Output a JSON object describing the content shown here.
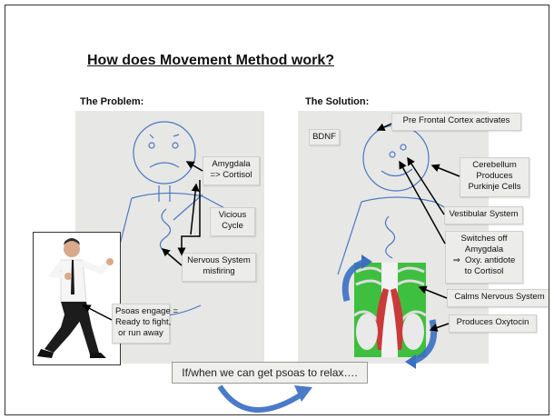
{
  "title": "How does Movement Method work?",
  "problem": {
    "heading": "The Problem:",
    "labels": {
      "amygdala": "Amygdala\n=> Cortisol",
      "vicious": "Vicious\nCycle",
      "nervous": "Nervous System\nmisfiring",
      "psoas": "Psoas engage =\nReady to fight,\nor run away"
    }
  },
  "solution": {
    "heading": "The Solution:",
    "labels": {
      "bdnf": "BDNF",
      "prefrontal": "Pre Frontal Cortex activates",
      "cerebellum": "Cerebellum\nProduces\nPurkinje Cells",
      "vestibular": "Vestibular System",
      "switches": "Switches off\nAmygdala\n⇒  Oxy. antidote\nto Cortisol",
      "calms": "Calms Nervous System",
      "oxytocin": "Produces Oxytocin"
    }
  },
  "banner": "If/when we can get psoas to relax….",
  "colors": {
    "marker_blue": "#4a78c0",
    "arrow_blue": "#4a7ac9",
    "muscle_green": "#3fbf3f"
  }
}
